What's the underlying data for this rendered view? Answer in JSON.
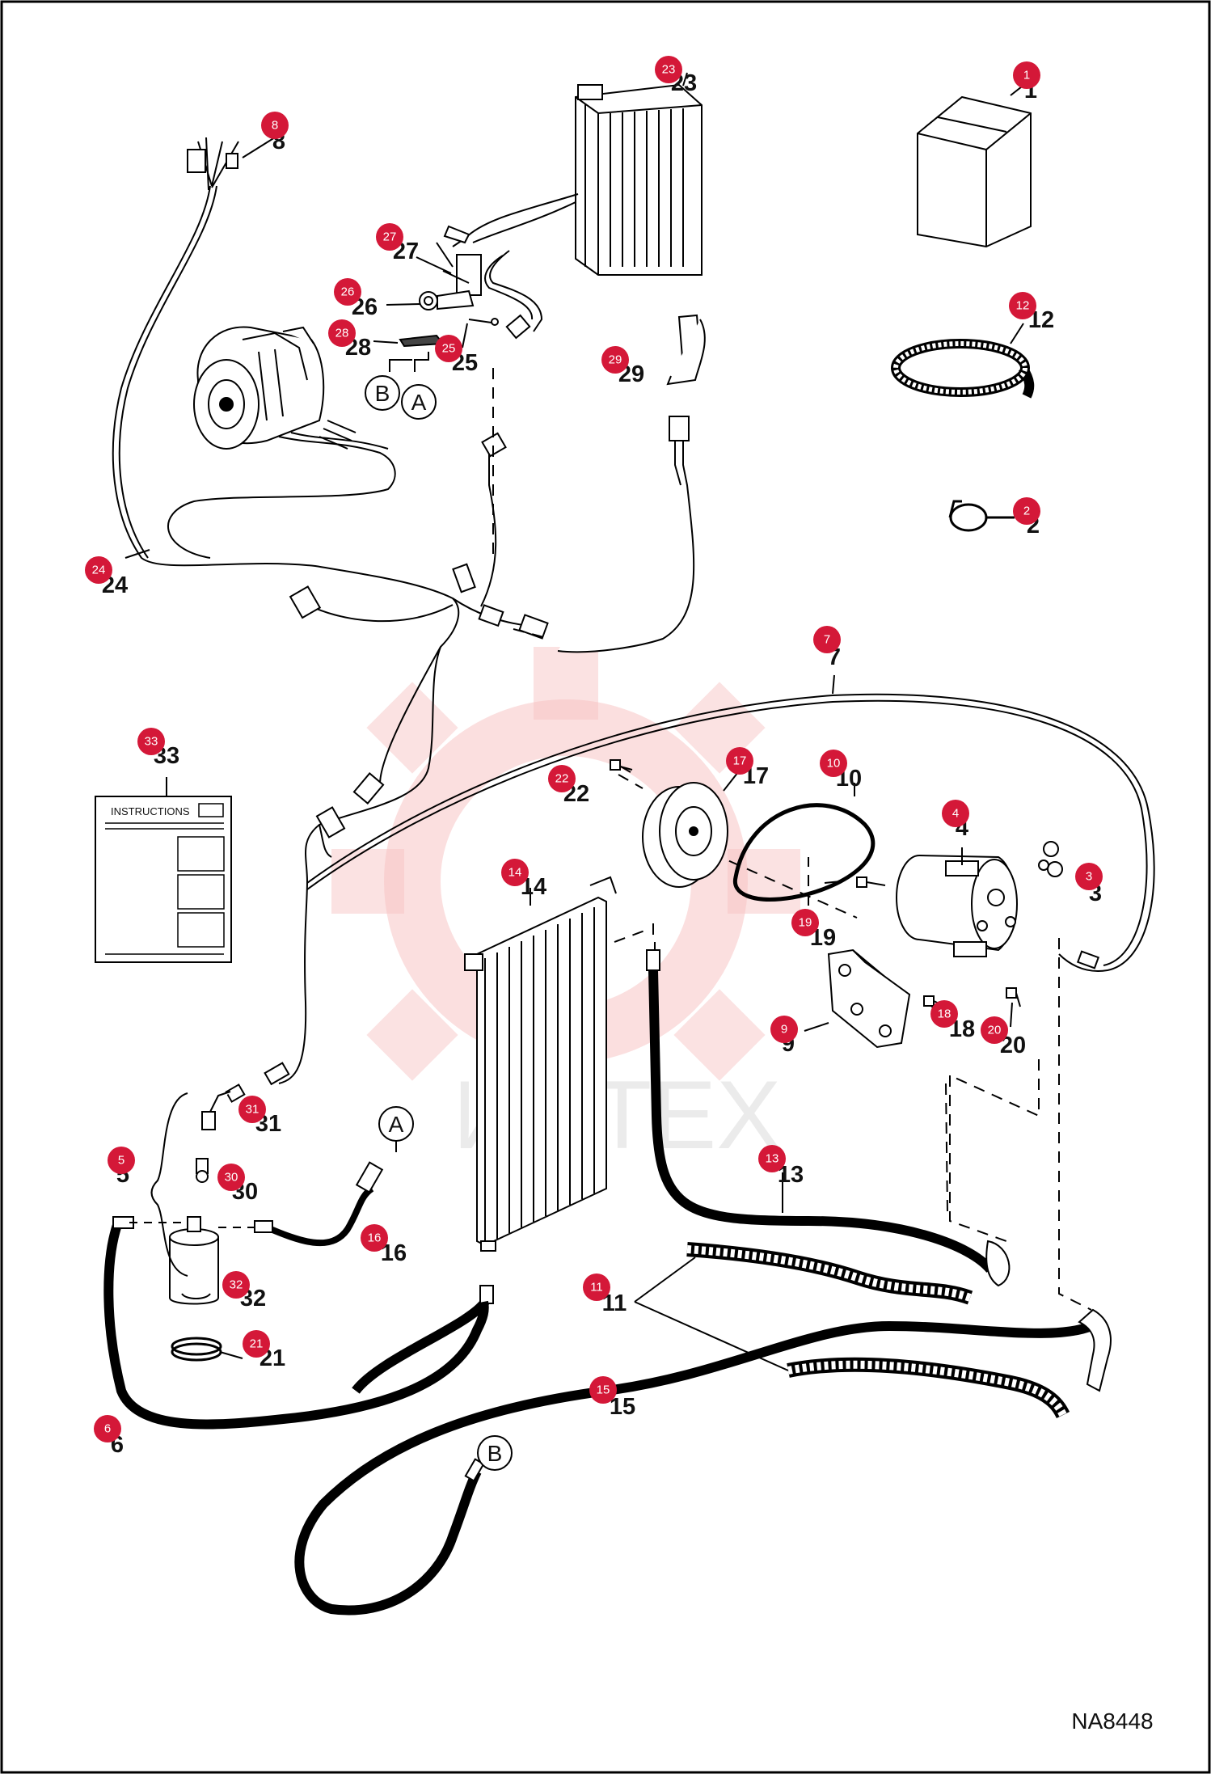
{
  "document_id": "NA8448",
  "watermark_text": "ИНТЕХ",
  "instructions_label": "INSTRUCTIONS",
  "reference_markers": [
    "A",
    "A",
    "B",
    "B"
  ],
  "marker_color": "#d41838",
  "parts": [
    {
      "marker": "1",
      "label": "1"
    },
    {
      "marker": "2",
      "label": "2"
    },
    {
      "marker": "3",
      "label": "3"
    },
    {
      "marker": "4",
      "label": "4"
    },
    {
      "marker": "5",
      "label": "5"
    },
    {
      "marker": "6",
      "label": "6"
    },
    {
      "marker": "7",
      "label": "7"
    },
    {
      "marker": "8",
      "label": "8"
    },
    {
      "marker": "9",
      "label": "9"
    },
    {
      "marker": "10",
      "label": "10"
    },
    {
      "marker": "11",
      "label": "11"
    },
    {
      "marker": "12",
      "label": "12"
    },
    {
      "marker": "13",
      "label": "13"
    },
    {
      "marker": "14",
      "label": "14"
    },
    {
      "marker": "15",
      "label": "15"
    },
    {
      "marker": "16",
      "label": "16"
    },
    {
      "marker": "17",
      "label": "17"
    },
    {
      "marker": "18",
      "label": "18"
    },
    {
      "marker": "19",
      "label": "19"
    },
    {
      "marker": "20",
      "label": "20"
    },
    {
      "marker": "21",
      "label": "21"
    },
    {
      "marker": "22",
      "label": "22"
    },
    {
      "marker": "23",
      "label": "23"
    },
    {
      "marker": "24",
      "label": "24"
    },
    {
      "marker": "25",
      "label": "25"
    },
    {
      "marker": "26",
      "label": "26"
    },
    {
      "marker": "27",
      "label": "27"
    },
    {
      "marker": "28",
      "label": "28"
    },
    {
      "marker": "29",
      "label": "29"
    },
    {
      "marker": "30",
      "label": "30"
    },
    {
      "marker": "31",
      "label": "31"
    },
    {
      "marker": "32",
      "label": "32"
    },
    {
      "marker": "33",
      "label": "33"
    }
  ]
}
